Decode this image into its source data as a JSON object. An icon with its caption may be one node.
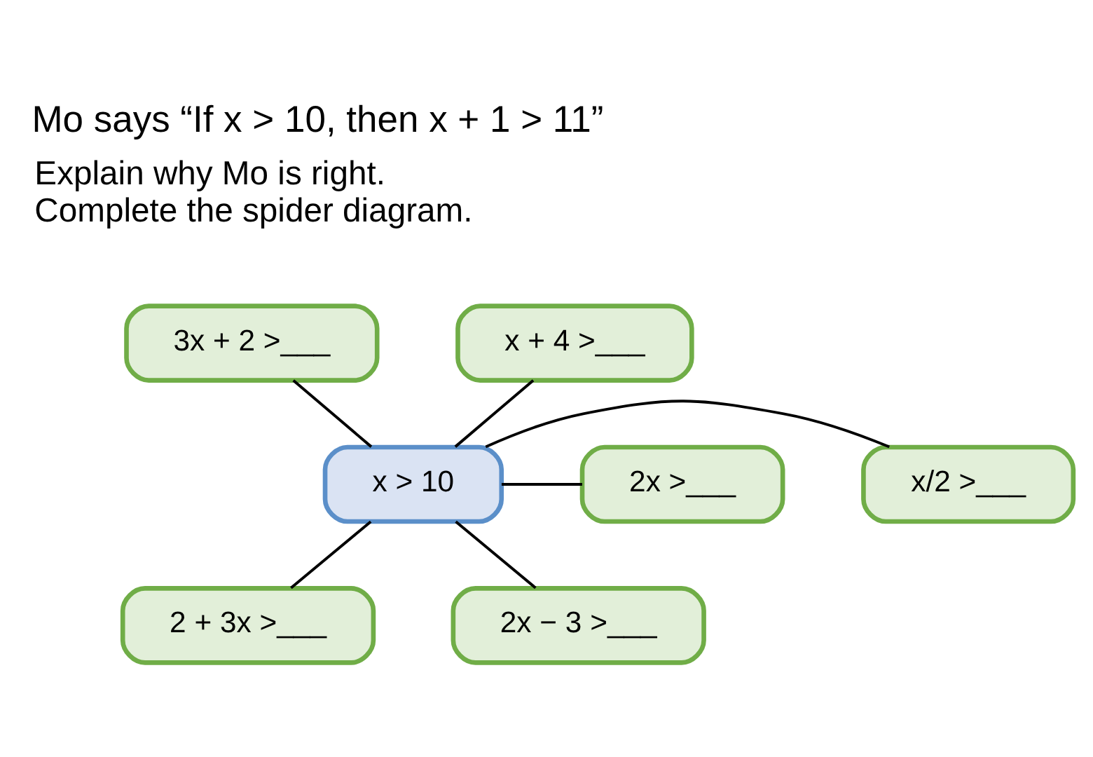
{
  "diagram": {
    "title": "Mo says “If x > 10, then x + 1 > 11”",
    "nodes": [
      {
        "text": [
          "3x + 2 >___"
        ]
      },
      {
        "text": [
          "x + 4 >___"
        ]
      },
      {
        "text": [
          "x/2 >___"
        ]
      },
      {
        "text": [
          "x > 10"
        ]
      },
      {
        "text": [
          "2x >___"
        ]
      },
      {
        "text": [
          "2 + 3x >___"
        ]
      },
      {
        "text": [
          "2x − 3 >___"
        ]
      }
    ],
    "edges": [
      {
        "from": 3,
        "to": 0,
        "arrow": "none"
      },
      {
        "from": 3,
        "to": 1,
        "arrow": "none"
      },
      {
        "from": 3,
        "to": 2,
        "arrow": "none"
      },
      {
        "from": 3,
        "to": 4,
        "arrow": "none"
      },
      {
        "from": 3,
        "to": 5,
        "arrow": "none"
      },
      {
        "from": 3,
        "to": 6,
        "arrow": "none"
      }
    ],
    "labels": [
      "Explain why Mo is right.",
      "Complete the spider diagram."
    ]
  }
}
